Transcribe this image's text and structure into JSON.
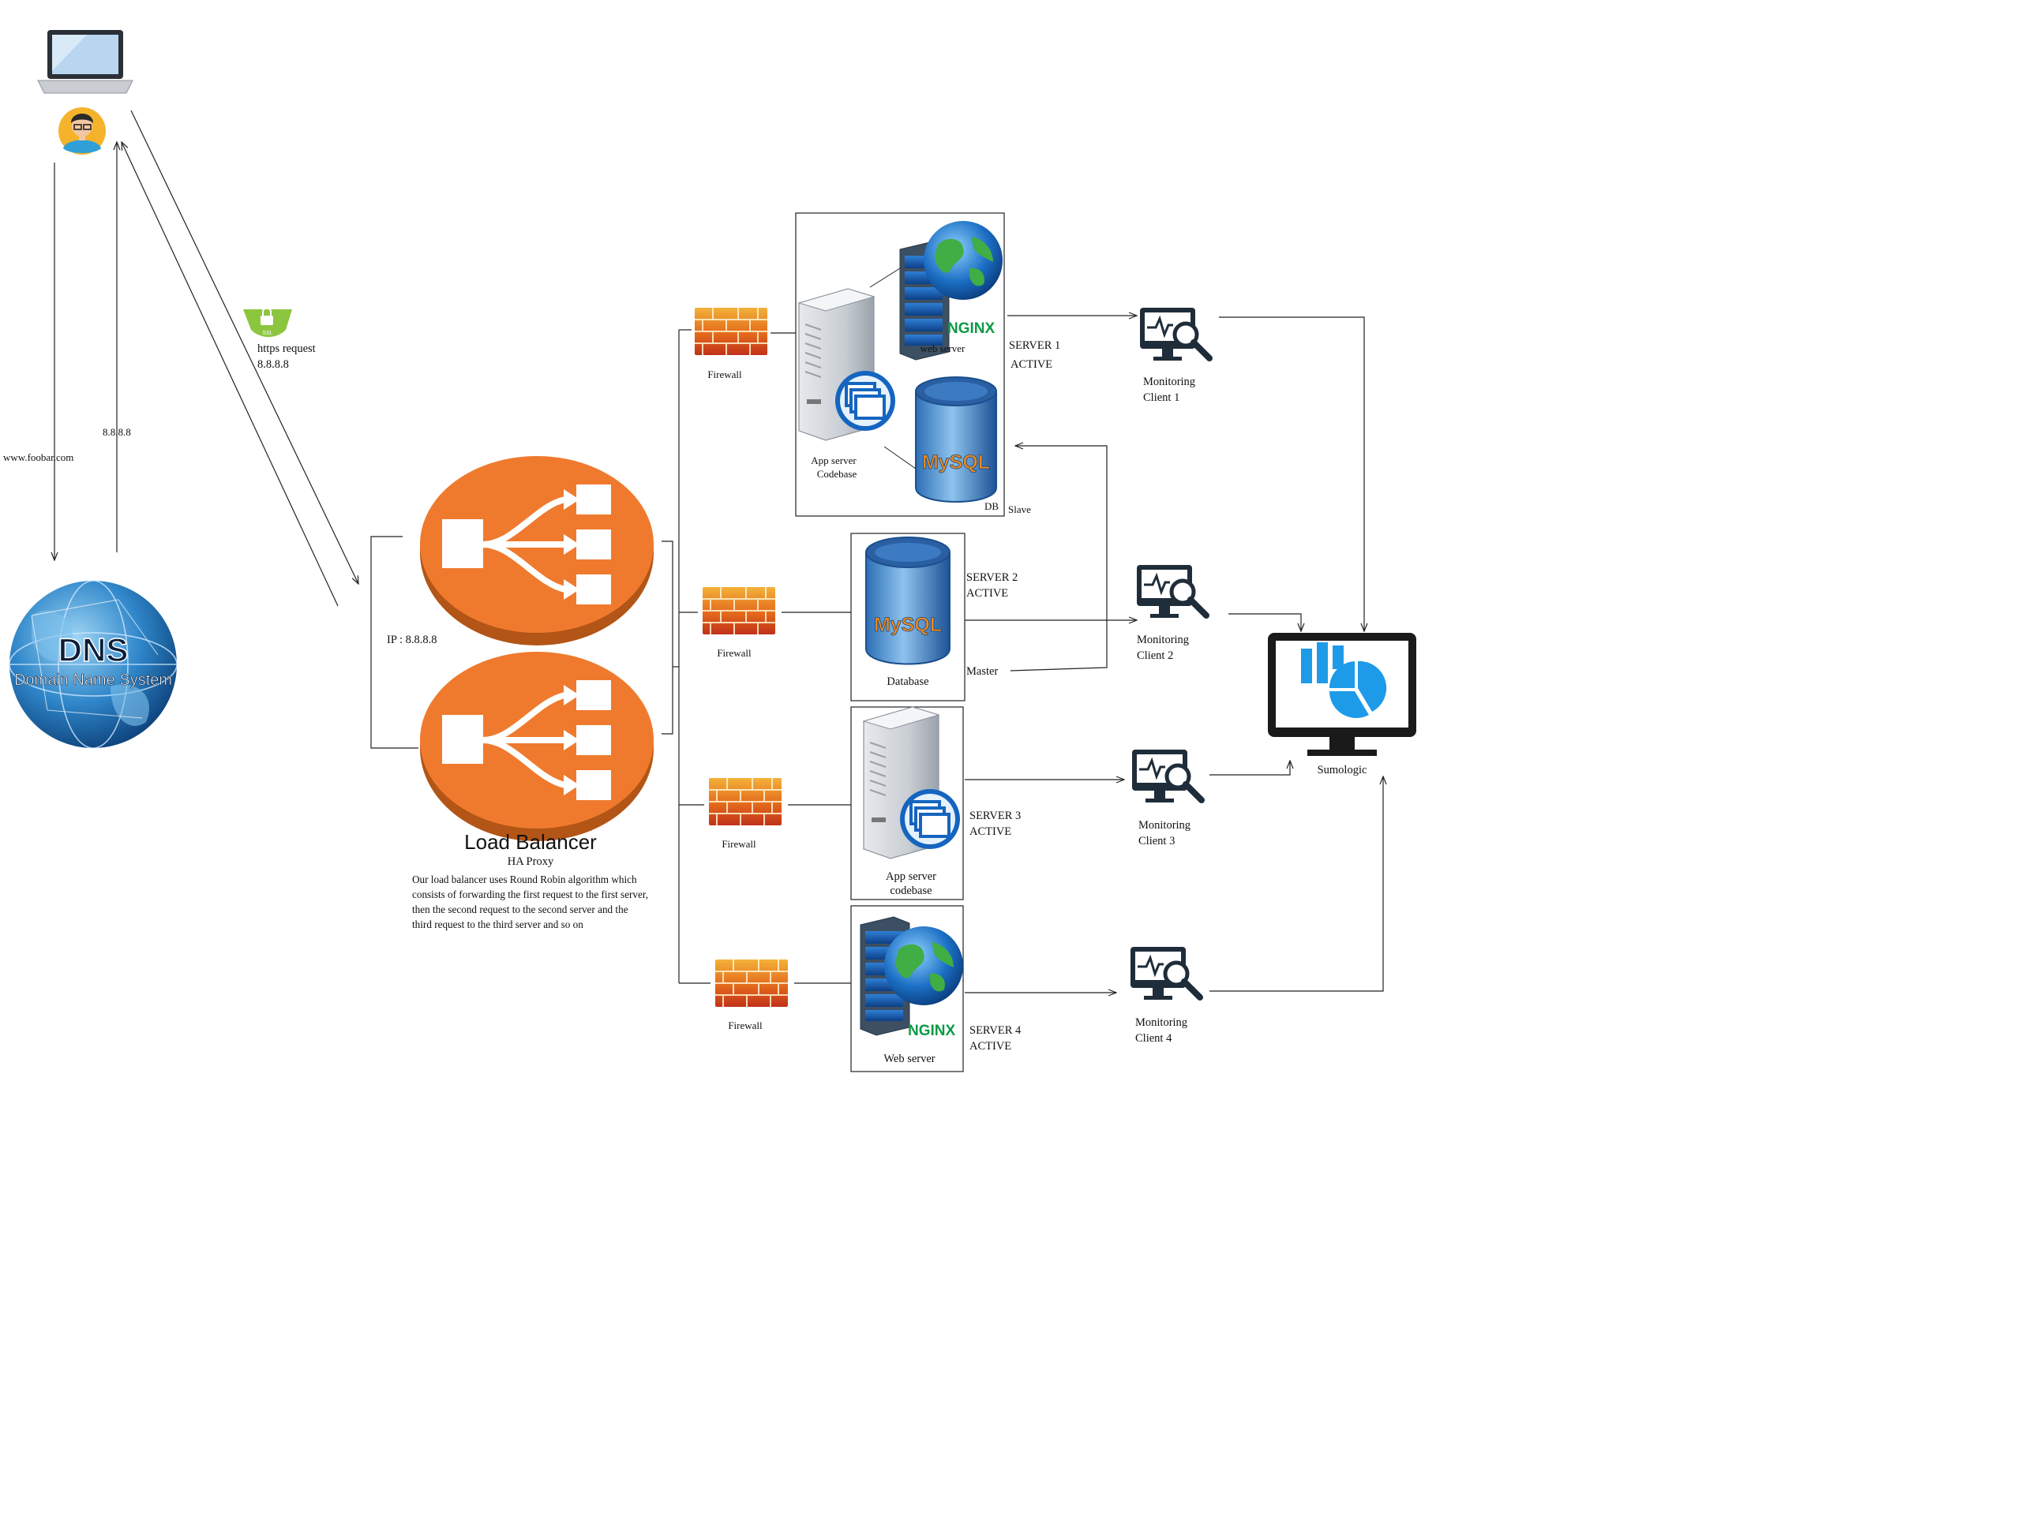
{
  "client": {
    "labels": {
      "domain_request": "www.foobar.com",
      "dns_response": "8.8.8.8"
    }
  },
  "dns": {
    "title": "DNS",
    "subtitle": "Domain Name System"
  },
  "https": {
    "badge": "SSL",
    "label": "https request",
    "ip": "8.8.8.8"
  },
  "load_balancer": {
    "title": "Load Balancer",
    "subtitle": "HA Proxy",
    "ip": "IP : 8.8.8.8",
    "description": "Our load balancer uses Round Robin algorithm which consists of forwarding the first request to the first server, then the second request to the second server and the third request to the third server and so on"
  },
  "firewalls": [
    "Firewall",
    "Firewall",
    "Firewall",
    "Firewall"
  ],
  "servers": [
    {
      "name": "SERVER 1",
      "status": "ACTIVE",
      "web_label": "web server",
      "app_label": "App server",
      "app_sub": "Codebase",
      "db_label": "DB",
      "role": "Slave",
      "nginx": "NGINX",
      "mysql": "MySQL"
    },
    {
      "name": "SERVER 2",
      "status": "ACTIVE",
      "db_label": "Database",
      "role": "Master",
      "mysql": "MySQL"
    },
    {
      "name": "SERVER 3",
      "status": "ACTIVE",
      "app_label": "App server",
      "app_sub": "codebase"
    },
    {
      "name": "SERVER 4",
      "status": "ACTIVE",
      "web_label": "Web server",
      "nginx": "NGINX"
    }
  ],
  "monitoring": [
    {
      "line1": "Monitoring",
      "line2": "Client 1"
    },
    {
      "line1": "Monitoring",
      "line2": "Client 2"
    },
    {
      "line1": "Monitoring",
      "line2": "Client 3"
    },
    {
      "line1": "Monitoring",
      "line2": "Client 4"
    }
  ],
  "sumologic": {
    "label": "Sumologic"
  },
  "colors": {
    "lb_orange": "#ef7a2e",
    "accent_blue": "#1e9be8",
    "nginx_green": "#0c9a46",
    "dark_icon": "#1f2d3a"
  }
}
